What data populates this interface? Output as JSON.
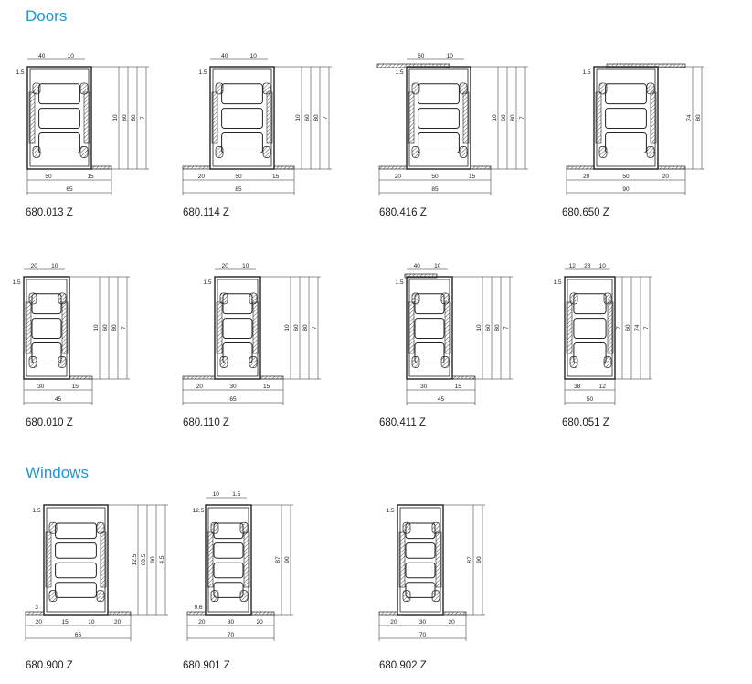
{
  "sections": {
    "doors": "Doors",
    "windows": "Windows"
  },
  "profiles": [
    {
      "code": "680.013 Z",
      "top": [
        "40",
        "10"
      ],
      "side": [
        "10",
        "60",
        "80",
        "7"
      ],
      "bottom": [
        "50",
        "15"
      ],
      "total": "65",
      "notes": [
        "1.5"
      ]
    },
    {
      "code": "680.114 Z",
      "top": [
        "40",
        "10"
      ],
      "side": [
        "10",
        "60",
        "80",
        "7"
      ],
      "bottom": [
        "20",
        "50",
        "15"
      ],
      "total": "85",
      "notes": [
        "1.5"
      ]
    },
    {
      "code": "680.416 Z",
      "top": [
        "60",
        "10"
      ],
      "side": [
        "10",
        "60",
        "80",
        "7"
      ],
      "bottom": [
        "20",
        "50",
        "15"
      ],
      "total": "85",
      "notes": [
        "1.5"
      ]
    },
    {
      "code": "680.650 Z",
      "top": [],
      "side": [
        "74",
        "80"
      ],
      "bottom": [
        "20",
        "50",
        "20"
      ],
      "total": "90",
      "notes": [
        "1.5"
      ]
    },
    {
      "code": "680.010 Z",
      "top": [
        "20",
        "10"
      ],
      "side": [
        "10",
        "60",
        "80",
        "7"
      ],
      "bottom": [
        "30",
        "15"
      ],
      "total": "45",
      "notes": [
        "1.5"
      ]
    },
    {
      "code": "680.110 Z",
      "top": [
        "20",
        "10"
      ],
      "side": [
        "10",
        "60",
        "80",
        "7"
      ],
      "bottom": [
        "20",
        "30",
        "15"
      ],
      "total": "65",
      "notes": [
        "1.5"
      ]
    },
    {
      "code": "680.411 Z",
      "top": [
        "40",
        "10"
      ],
      "side": [
        "10",
        "60",
        "80",
        "7"
      ],
      "bottom": [
        "30",
        "15"
      ],
      "total": "45",
      "notes": [
        "1.5"
      ]
    },
    {
      "code": "680.051 Z",
      "top": [
        "12",
        "28",
        "10"
      ],
      "side": [
        "7",
        "60",
        "74",
        "7"
      ],
      "bottom": [
        "38",
        "12"
      ],
      "total": "50",
      "notes": [
        "1.5"
      ]
    },
    {
      "code": "680.900 Z",
      "top": [],
      "side": [
        "12.5",
        "60.5",
        "90",
        "4.5"
      ],
      "bottom": [
        "20",
        "15",
        "10",
        "20"
      ],
      "total": "65",
      "notes": [
        "1.5",
        "3"
      ]
    },
    {
      "code": "680.901 Z",
      "top": [
        "10",
        "1.5"
      ],
      "side": [
        "87",
        "90"
      ],
      "bottom": [
        "20",
        "30",
        "20"
      ],
      "total": "70",
      "notes": [
        "12.5",
        "9.6"
      ]
    },
    {
      "code": "680.902 Z",
      "top": [],
      "side": [
        "87",
        "90"
      ],
      "bottom": [
        "20",
        "30",
        "20"
      ],
      "total": "70",
      "notes": [
        "1.5"
      ]
    }
  ],
  "colors": {
    "heading": "#1e96d7",
    "line": "#222222",
    "hatch": "#555555"
  }
}
